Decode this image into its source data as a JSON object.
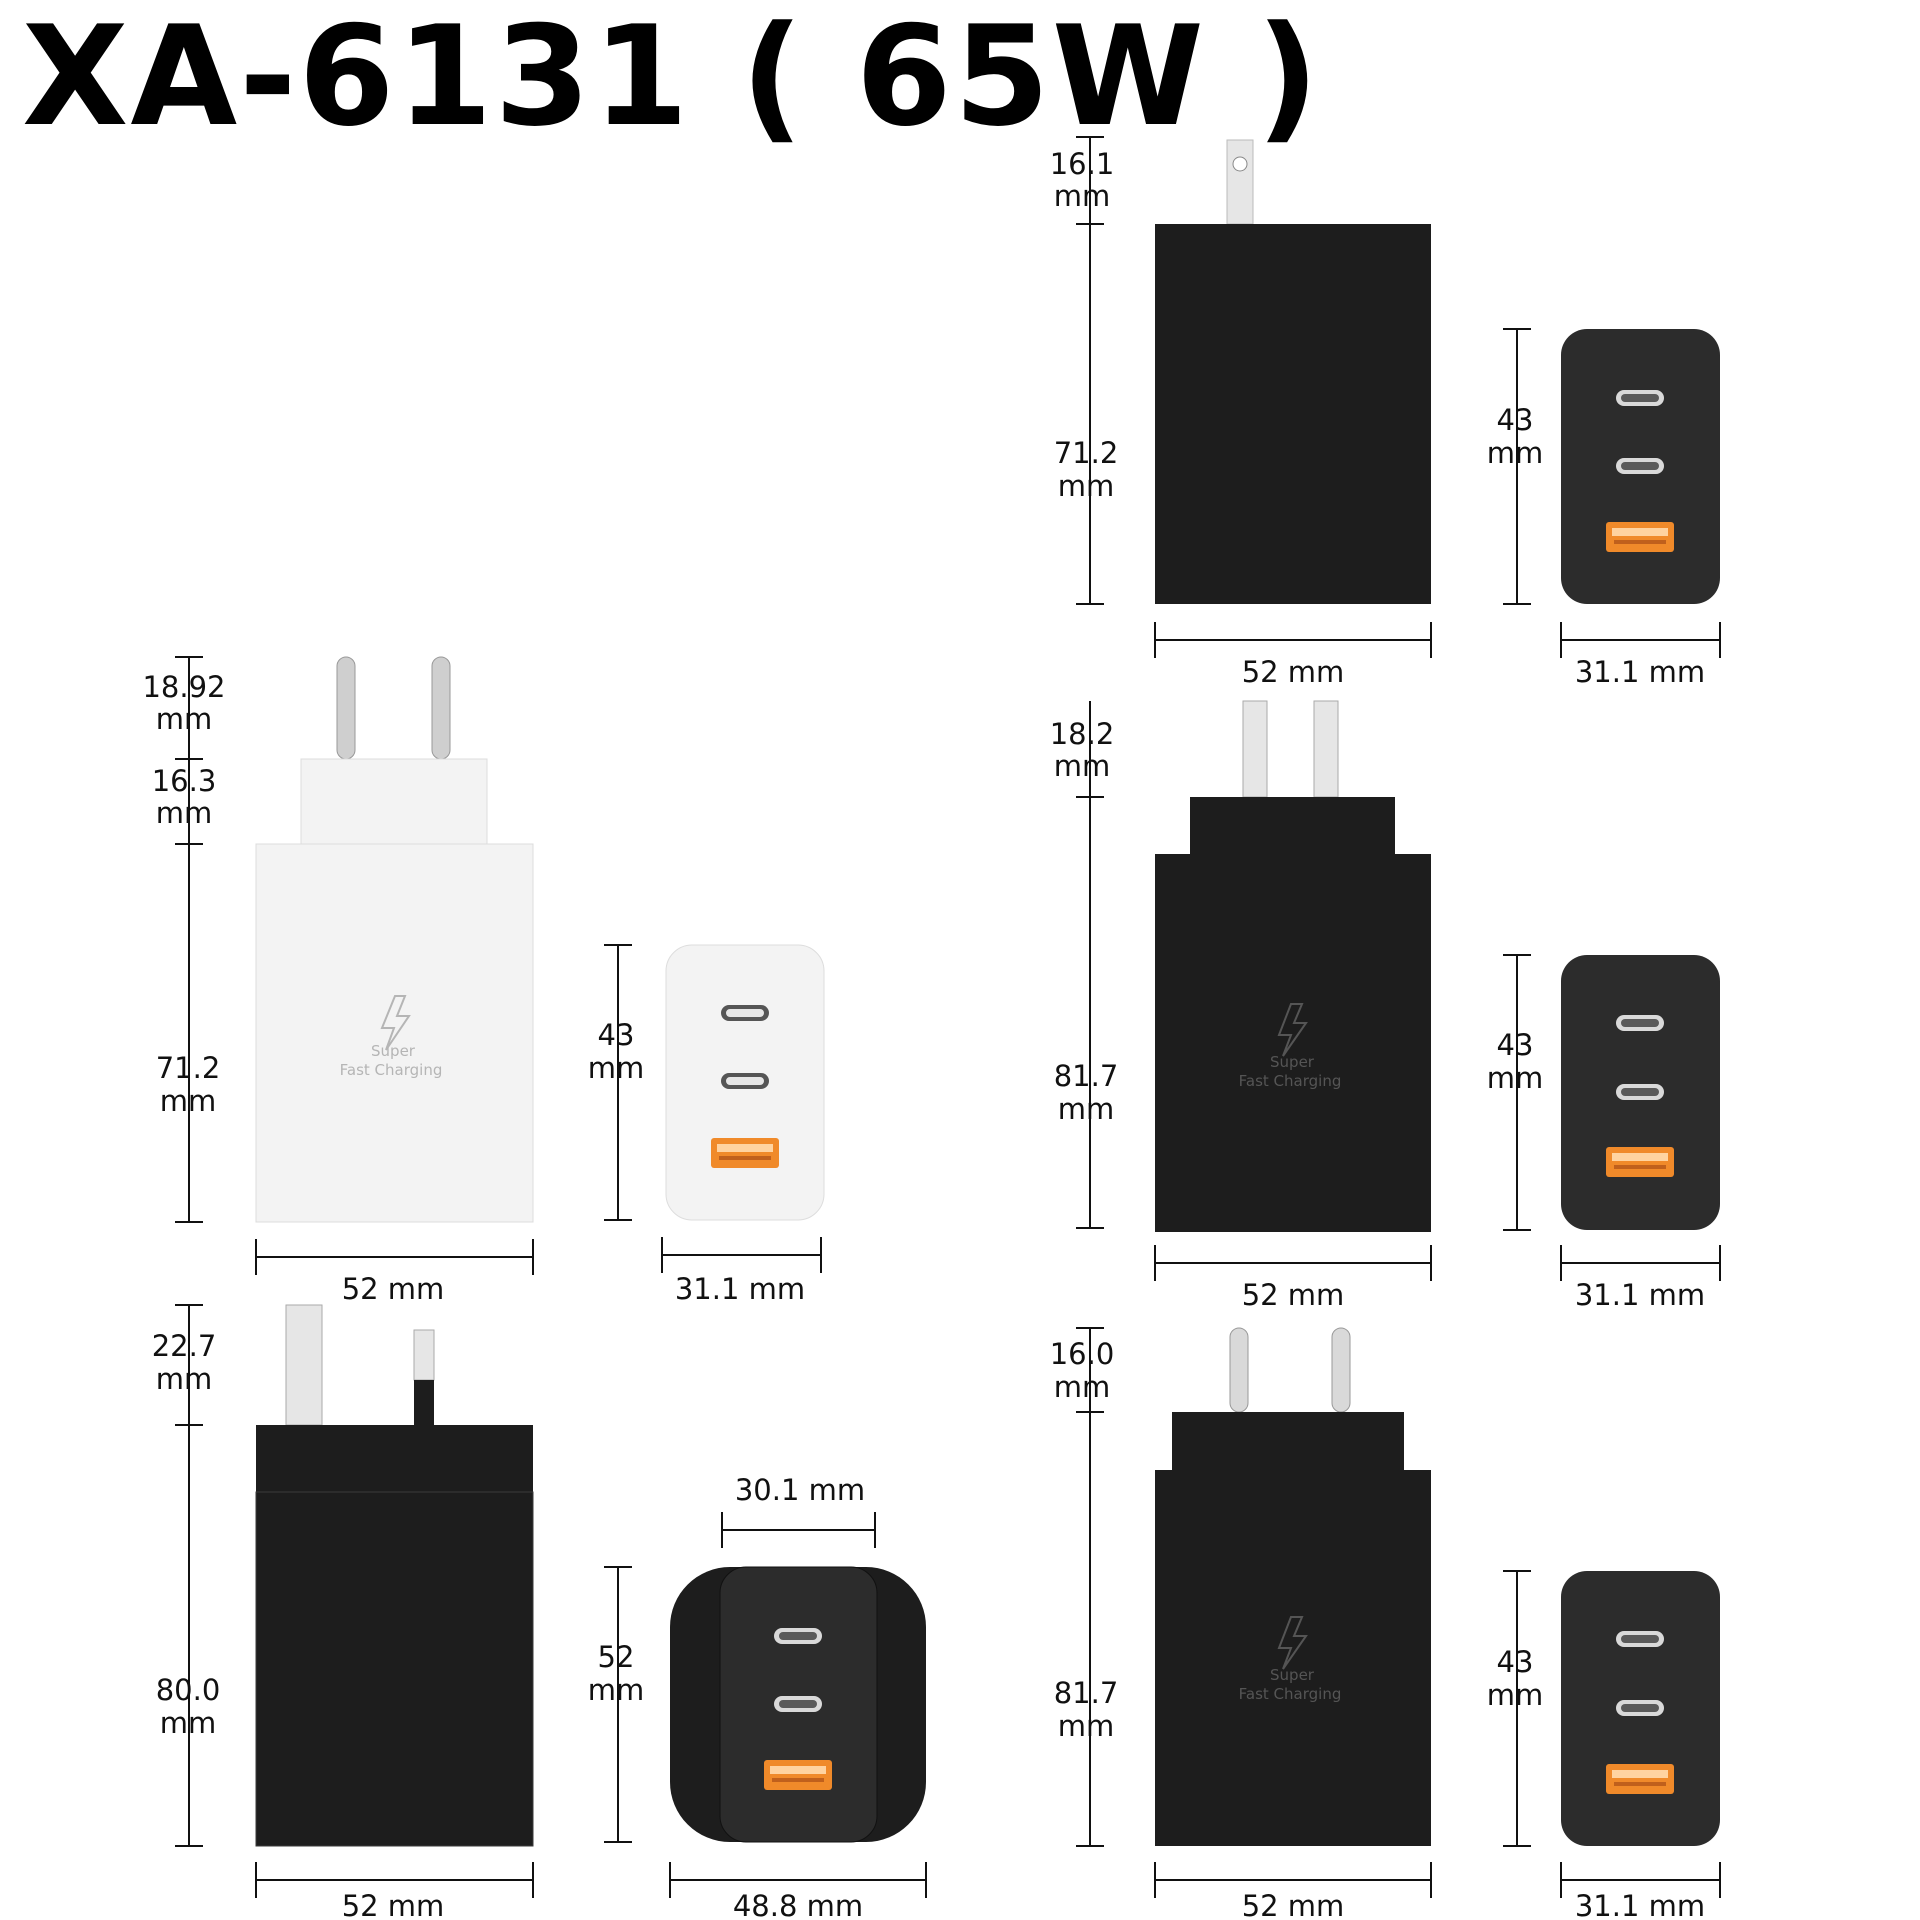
{
  "title": "XA-6131 ( 65W )",
  "colors": {
    "black_body": "#1d1d1d",
    "white_body": "#f3f3f3",
    "port_face": "#2c2c2c",
    "usb_a_accent": "#f08a2a"
  },
  "product_logo": {
    "line1": "Super",
    "line2": "Fast  Charging"
  },
  "dims": {
    "us": {
      "pin": "16.1",
      "body": "71.2",
      "width": "52 mm",
      "face_h": "43",
      "face_w": "31.1 mm"
    },
    "eu": {
      "pin": "18.92",
      "base": "16.3",
      "body": "71.2",
      "width": "52 mm",
      "face_h": "43",
      "face_w": "31.1 mm"
    },
    "au": {
      "pin": "18.2",
      "body": "81.7",
      "width": "52 mm",
      "face_h": "43",
      "face_w": "31.1 mm"
    },
    "uk": {
      "pin": "22.7",
      "body": "80.0",
      "width": "52 mm",
      "face_top": "30.1 mm",
      "face_h": "52",
      "face_w": "48.8 mm"
    },
    "in": {
      "pin": "16.0",
      "body": "81.7",
      "width": "52 mm",
      "face_h": "43",
      "face_w": "31.1 mm"
    }
  },
  "unit": "mm"
}
